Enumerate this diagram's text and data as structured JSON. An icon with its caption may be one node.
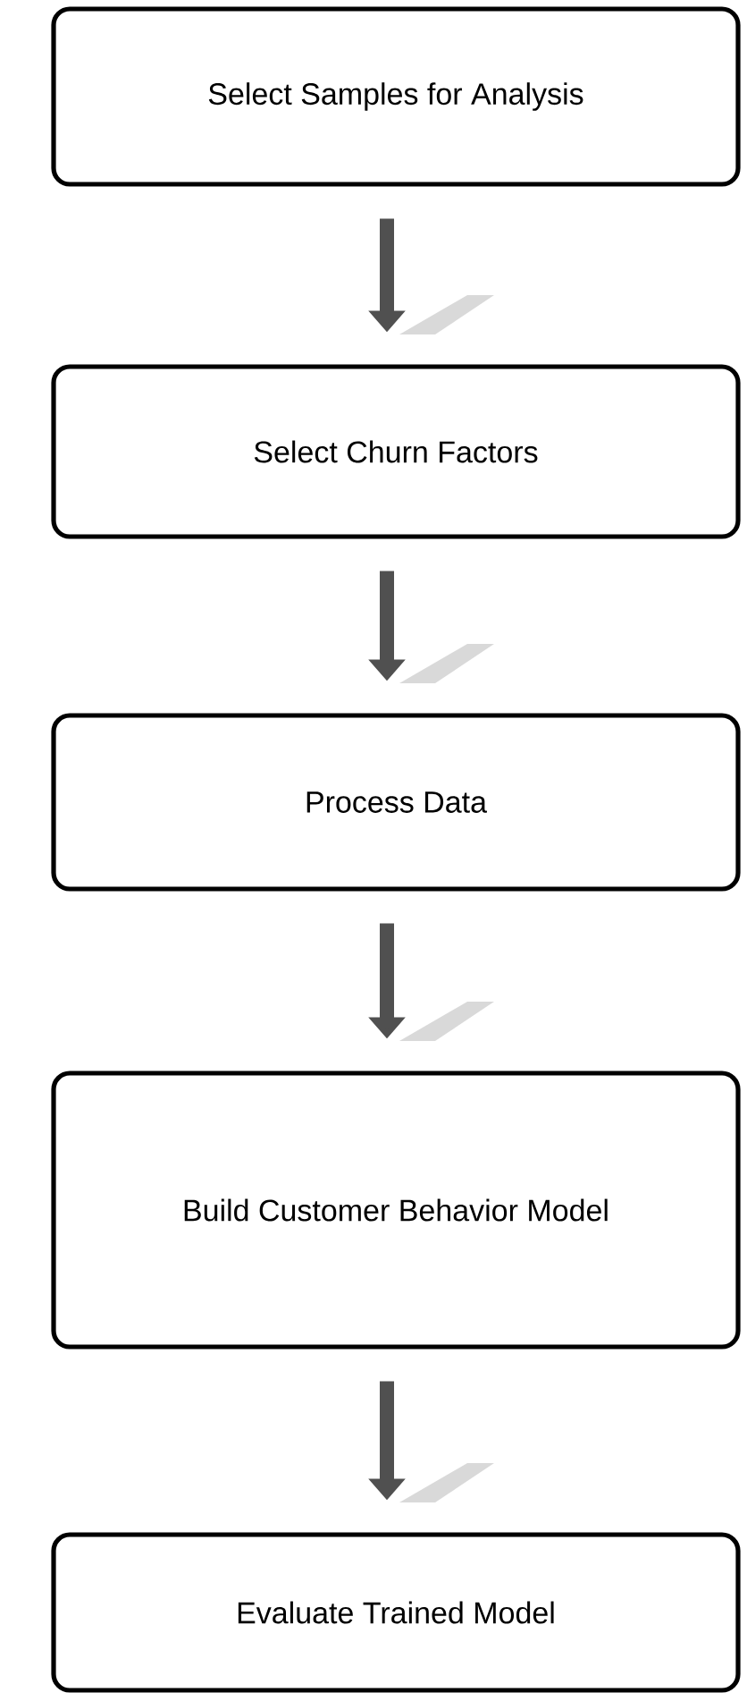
{
  "diagram": {
    "nodes": [
      {
        "text": [
          "Select Samples for Analysis"
        ]
      },
      {
        "text": [
          "Select Churn Factors"
        ]
      },
      {
        "text": [
          "Process Data"
        ]
      },
      {
        "text": [
          "Build Customer Behavior Model"
        ]
      },
      {
        "text": [
          "Evaluate Trained Model"
        ]
      }
    ],
    "edges": [
      {
        "from": 0,
        "to": 1,
        "arrow": "to"
      },
      {
        "from": 1,
        "to": 2,
        "arrow": "to"
      },
      {
        "from": 2,
        "to": 3,
        "arrow": "to"
      },
      {
        "from": 3,
        "to": 4,
        "arrow": "to"
      }
    ]
  }
}
